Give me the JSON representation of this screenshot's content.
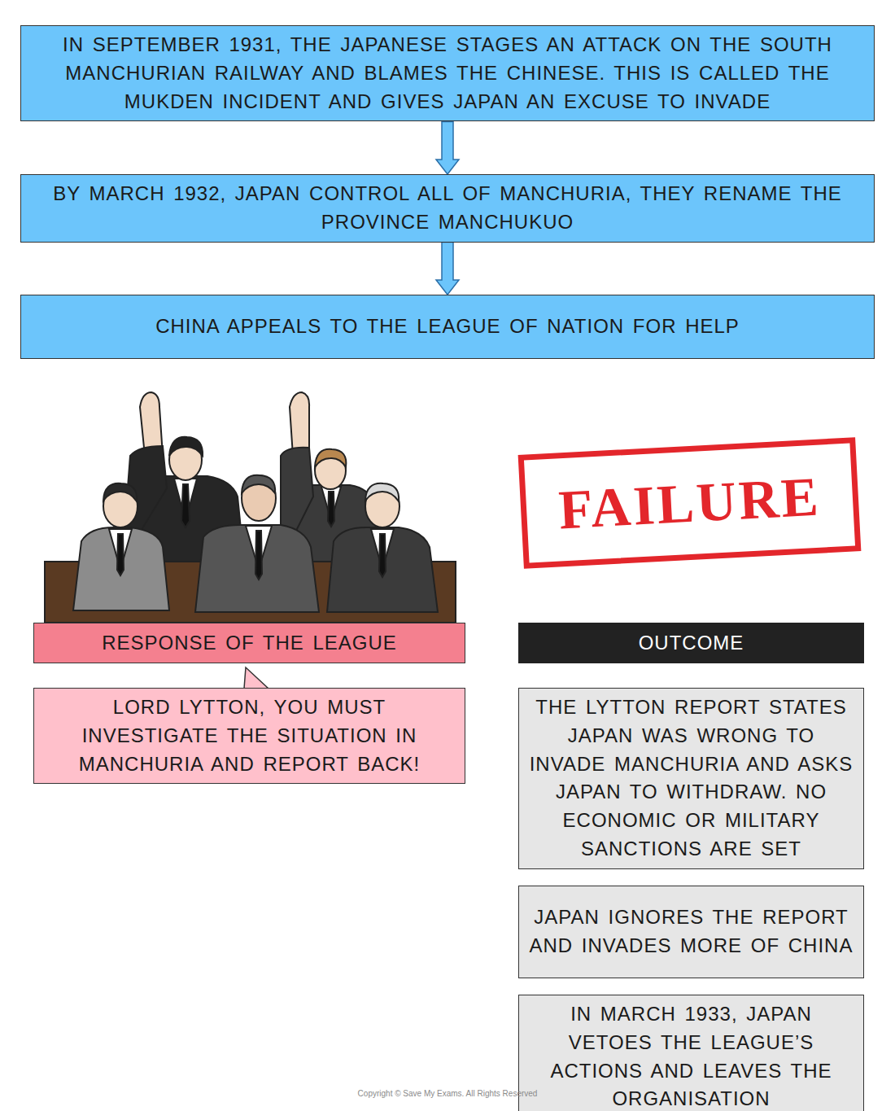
{
  "diagram": {
    "nodes": [
      {
        "text": [
          "IN SEPTEMBER 1931, THE JAPANESE STAGES AN ATTACK ON THE SOUTH MANCHURIAN RAILWAY AND BLAMES THE CHINESE. THIS IS CALLED THE MUKDEN INCIDENT AND GIVES JAPAN AN EXCUSE TO INVADE"
        ]
      },
      {
        "text": [
          "BY MARCH 1932, JAPAN CONTROL ALL OF MANCHURIA, THEY RENAME THE PROVINCE MANCHUKUO"
        ]
      },
      {
        "text": [
          "CHINA APPEALS TO THE LEAGUE OF NATION FOR HELP"
        ]
      },
      {
        "text": [
          "RESPONSE OF THE LEAGUE"
        ]
      },
      {
        "text": [
          "LORD LYTTON, YOU MUST INVESTIGATE THE SITUATION IN MANCHURIA AND REPORT BACK!"
        ]
      },
      {
        "text": [
          "FAILURE"
        ]
      },
      {
        "text": [
          "OUTCOME"
        ]
      },
      {
        "text": [
          "THE LYTTON REPORT STATES JAPAN WAS WRONG TO INVADE MANCHURIA AND ASKS JAPAN TO WITHDRAW. NO ECONOMIC OR MILITARY SANCTIONS ARE SET"
        ]
      },
      {
        "text": [
          "JAPAN IGNORES THE REPORT AND INVADES MORE OF CHINA"
        ]
      },
      {
        "text": [
          "IN MARCH 1933, JAPAN VETOES THE LEAGUE’S ACTIONS AND LEAVES THE ORGANISATION"
        ]
      }
    ],
    "edges": [
      {
        "from": 0,
        "to": 1,
        "arrow": "to"
      },
      {
        "from": 1,
        "to": 2,
        "arrow": "to"
      }
    ],
    "labels": [
      "Copyright © Save My Exams. All Rights Reserved"
    ]
  }
}
